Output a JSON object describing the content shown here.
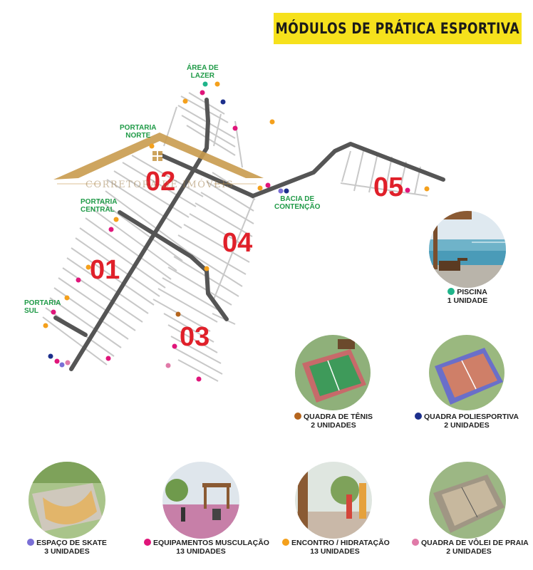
{
  "header": {
    "title": "MÓDULOS DE PRÁTICA ESPORTIVA"
  },
  "map": {
    "labels": {
      "area_lazer_1": "ÁREA DE",
      "area_lazer_2": "LAZER",
      "portaria_norte_1": "PORTARIA",
      "portaria_norte_2": "NORTE",
      "portaria_central_1": "PORTARIA",
      "portaria_central_2": "CENTRAL",
      "portaria_sul_1": "PORTARIA",
      "portaria_sul_2": "SUL",
      "bacia_1": "BACIA DE",
      "bacia_2": "CONTENÇÃO"
    },
    "lots": {
      "l01": "01",
      "l02": "02",
      "l03": "03",
      "l04": "04",
      "l05": "05"
    },
    "watermark": "CORRETORA DE IMÓVEIS"
  },
  "colors": {
    "road": "#555555",
    "street": "#c8c8c8",
    "label_green": "#1f9a47",
    "lot_red": "#e0202a",
    "title_yellow": "#f6e11c",
    "piscina": "#1fb48a",
    "tenis": "#b5651d",
    "poliesportiva": "#1c2f8c",
    "skate": "#7a6fd6",
    "musculacao": "#e0157a",
    "encontro": "#f4a01c",
    "volei": "#e07aa8"
  },
  "modules": {
    "piscina": {
      "name": "PISCINA",
      "count": "1 UNIDADE"
    },
    "tenis": {
      "name": "QUADRA DE TÊNIS",
      "count": "2 UNIDADES"
    },
    "poliesportiva": {
      "name": "QUADRA POLIESPORTIVA",
      "count": "2 UNIDADES"
    },
    "skate": {
      "name": "ESPAÇO DE SKATE",
      "count": "3 UNIDADES"
    },
    "musculacao": {
      "name": "EQUIPAMENTOS MUSCULAÇÃO",
      "count": "13 UNIDADES"
    },
    "encontro": {
      "name": "ENCONTRO / HIDRATAÇÃO",
      "count": "13 UNIDADES"
    },
    "volei": {
      "name": "QUADRA DE VÔLEI DE PRAIA",
      "count": "2 UNIDADES"
    }
  }
}
